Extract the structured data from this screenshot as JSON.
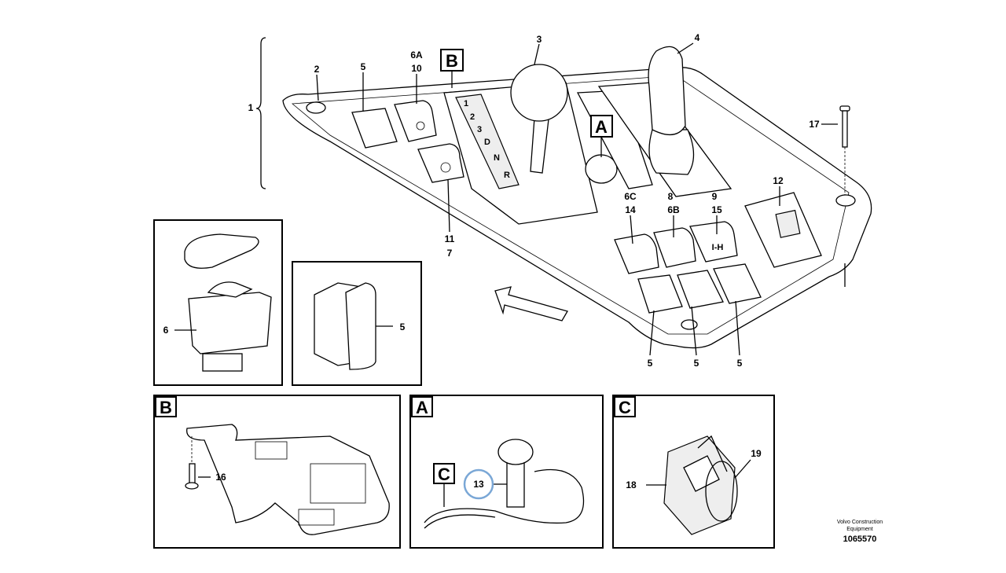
{
  "callouts": {
    "c1": "1",
    "c2": "2",
    "c3": "3",
    "c4": "4",
    "c5_top": "5",
    "c6A": "6A",
    "c10": "10",
    "c6C": "6C",
    "c14": "14",
    "c8": "8",
    "c6B": "6B",
    "c9": "9",
    "c15": "15",
    "c12": "12",
    "c17": "17",
    "c11": "11",
    "c7": "7",
    "c5_b1": "5",
    "c5_b2": "5",
    "c5_b3": "5",
    "c6_inset": "6",
    "c5_inset": "5",
    "c16": "16",
    "c13": "13",
    "c18": "18",
    "c19": "19"
  },
  "detail_refs": {
    "B": "B",
    "A": "A",
    "C": "C"
  },
  "gear_positions": [
    "1",
    "2",
    "3",
    "D",
    "N",
    "R"
  ],
  "switch_symbols": {
    "s15": "I-H"
  },
  "highlight_color": "#7aa7d6",
  "footer": {
    "company_line1": "Volvo Construction",
    "company_line2": "Equipment",
    "drawing_number": "1065570"
  }
}
